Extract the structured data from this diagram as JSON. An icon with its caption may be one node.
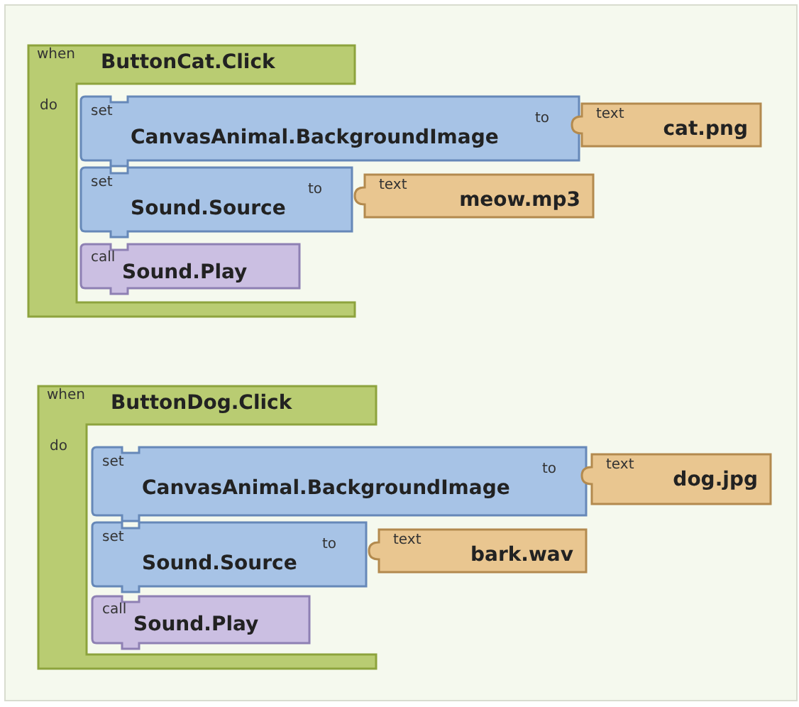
{
  "diagram": {
    "nodes": [
      {
        "text": [
          "when",
          "ButtonCat.Click",
          "do"
        ]
      },
      {
        "text": [
          "set",
          "CanvasAnimal.BackgroundImage",
          "to"
        ]
      },
      {
        "text": [
          "text",
          "cat.png"
        ]
      },
      {
        "text": [
          "set",
          "Sound.Source",
          "to"
        ]
      },
      {
        "text": [
          "text",
          "meow.mp3"
        ]
      },
      {
        "text": [
          "call",
          "Sound.Play"
        ]
      },
      {
        "text": [
          "when",
          "ButtonDog.Click",
          "do"
        ]
      },
      {
        "text": [
          "set",
          "CanvasAnimal.BackgroundImage",
          "to"
        ]
      },
      {
        "text": [
          "text",
          "dog.jpg"
        ]
      },
      {
        "text": [
          "set",
          "Sound.Source",
          "to"
        ]
      },
      {
        "text": [
          "text",
          "bark.wav"
        ]
      },
      {
        "text": [
          "call",
          "Sound.Play"
        ]
      }
    ],
    "edges": []
  }
}
